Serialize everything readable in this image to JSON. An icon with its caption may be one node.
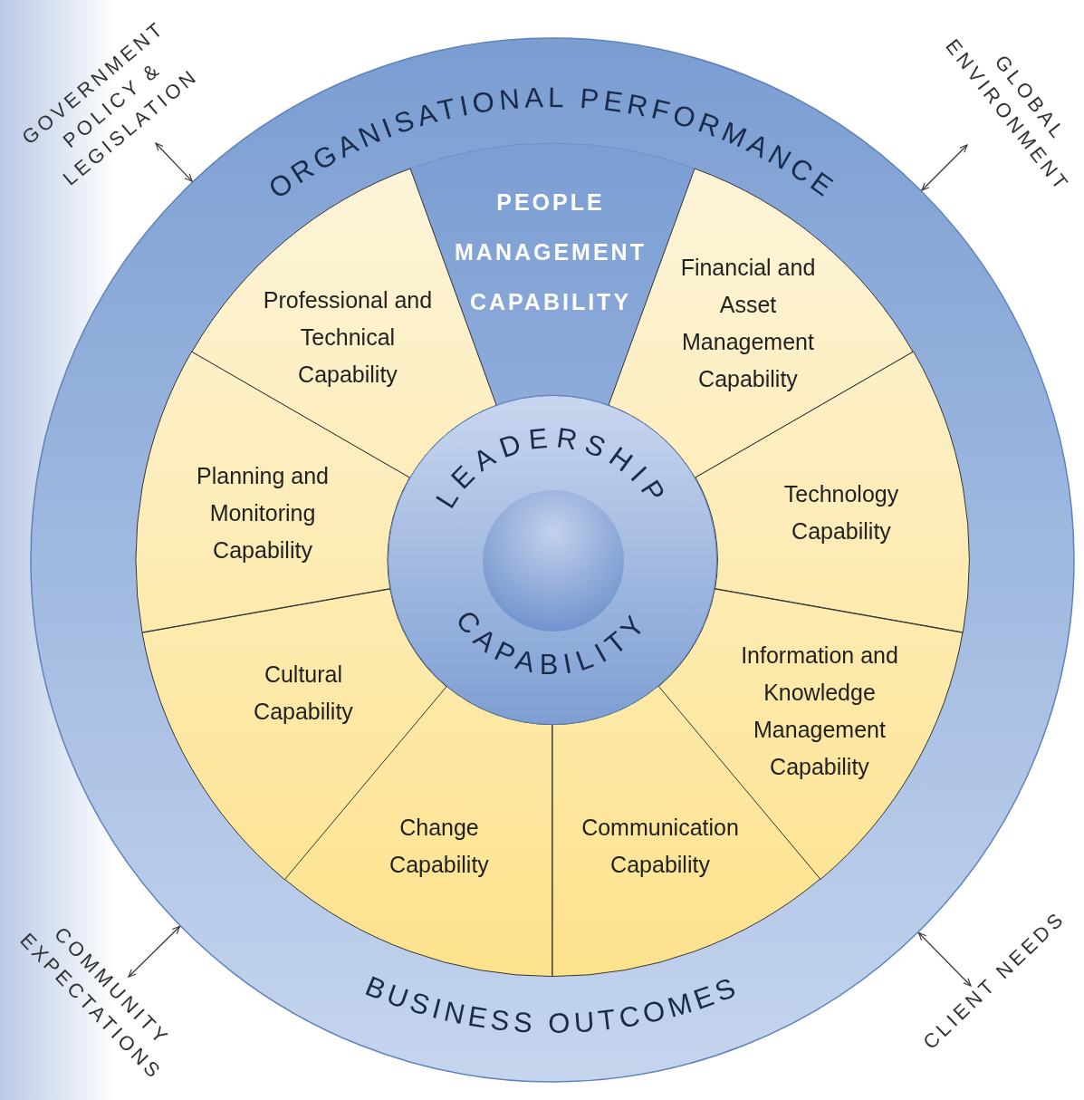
{
  "diagram": {
    "nodes": [
      {
        "text": [
          "ORGANISATIONAL PERFORMANCE",
          "BUSINESS OUTCOMES"
        ]
      },
      {
        "text": [
          "PEOPLE MANAGEMENT CAPABILITY"
        ],
        "in": 0
      },
      {
        "text": [
          "Financial and Asset Management Capability"
        ],
        "in": 0
      },
      {
        "text": [
          "Technology Capability"
        ],
        "in": 0
      },
      {
        "text": [
          "Information and Knowledge Management Capability"
        ],
        "in": 0
      },
      {
        "text": [
          "Communication Capability"
        ],
        "in": 0
      },
      {
        "text": [
          "Change Capability"
        ],
        "in": 0
      },
      {
        "text": [
          "Cultural Capability"
        ],
        "in": 0
      },
      {
        "text": [
          "Planning and Monitoring Capability"
        ],
        "in": 0
      },
      {
        "text": [
          "Professional and Technical Capability"
        ],
        "in": 0
      },
      {
        "text": [
          "LEADERSHIP",
          "CAPABILITY"
        ],
        "in": 0
      },
      {
        "text": [
          "GOVERNMENT POLICY & LEGISLATION"
        ]
      },
      {
        "text": [
          "GLOBAL ENVIRONMENT"
        ]
      },
      {
        "text": [
          "COMMUNITY EXPECTATIONS"
        ]
      },
      {
        "text": [
          "CLIENT NEEDS"
        ]
      }
    ],
    "edges": [
      {
        "from": 11,
        "to": 0,
        "arrow": "both"
      },
      {
        "from": 12,
        "to": 0,
        "arrow": "both"
      },
      {
        "from": 13,
        "to": 0,
        "arrow": "both"
      },
      {
        "from": 14,
        "to": 0,
        "arrow": "both"
      }
    ]
  }
}
